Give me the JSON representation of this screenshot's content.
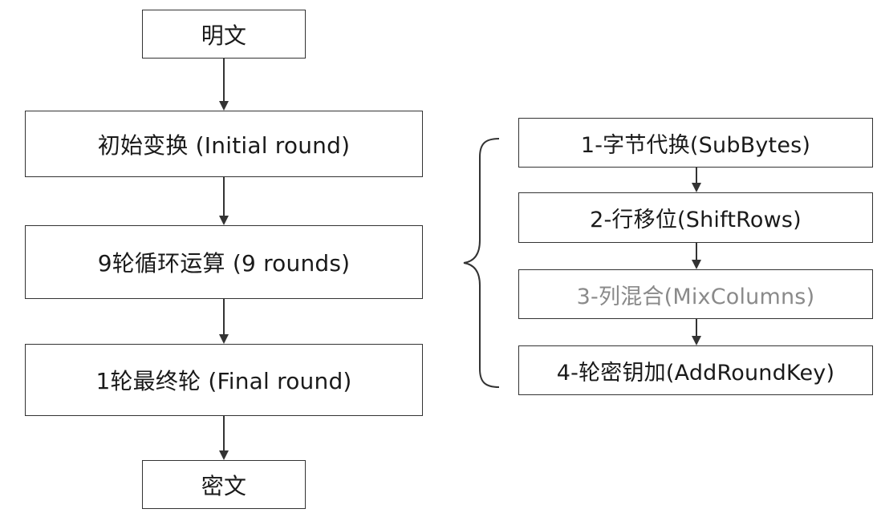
{
  "main_flow": {
    "plaintext": "明文",
    "initial_round": "初始变换 (Initial round)",
    "nine_rounds": "9轮循环运算 (9 rounds)",
    "final_round": "1轮最终轮 (Final round)",
    "ciphertext": "密文"
  },
  "round_steps": [
    {
      "label": "1-字节代换(SubBytes)"
    },
    {
      "label": "2-行移位(ShiftRows)"
    },
    {
      "label": "3-列混合(MixColumns)"
    },
    {
      "label": "4-轮密钥加(AddRoundKey)"
    }
  ],
  "colors": {
    "stroke": "#333333",
    "text": "#1a1a1a",
    "muted_text": "#8a8a8a"
  }
}
